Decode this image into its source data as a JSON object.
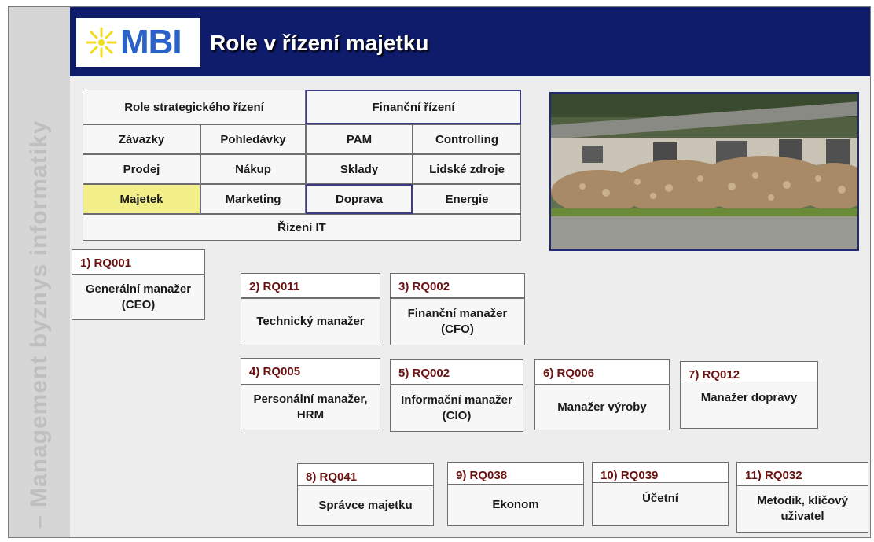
{
  "side_text": "BI – Management byznys informatiky",
  "header": {
    "logo_text": "MBI",
    "title": "Role v řízení majetku"
  },
  "grid": {
    "strategic": "Role strategického řízení",
    "financial": "Finanční řízení",
    "cells": [
      "Závazky",
      "Pohledávky",
      "PAM",
      "Controlling",
      "Prodej",
      "Nákup",
      "Sklady",
      "Lidské zdroje",
      "Majetek",
      "Marketing",
      "Doprava",
      "Energie"
    ],
    "it": "Řízení IT",
    "highlight_color": "#f4f089"
  },
  "roles": [
    {
      "code": "1) RQ001",
      "name": "Generální manažer (CEO)"
    },
    {
      "code": "2) RQ011",
      "name": "Technický manažer"
    },
    {
      "code": "3) RQ002",
      "name": "Finanční manažer (CFO)"
    },
    {
      "code": "4) RQ005",
      "name": "Personální manažer, HRM"
    },
    {
      "code": "5) RQ002",
      "name": "Informační manažer (CIO)"
    },
    {
      "code": "6) RQ006",
      "name": "Manažer výroby"
    },
    {
      "code": "7) RQ012",
      "name": "Manažer dopravy"
    },
    {
      "code": "8) RQ041",
      "name": "Správce majetku"
    },
    {
      "code": "9) RQ038",
      "name": "Ekonom"
    },
    {
      "code": "10) RQ039",
      "name": "Účetní"
    },
    {
      "code": "11) RQ032",
      "name": "Metodik, klíčový uživatel"
    }
  ],
  "colors": {
    "header": "#0f1c6b",
    "logo": "#2a62c8",
    "role_code": "#6b1111"
  }
}
